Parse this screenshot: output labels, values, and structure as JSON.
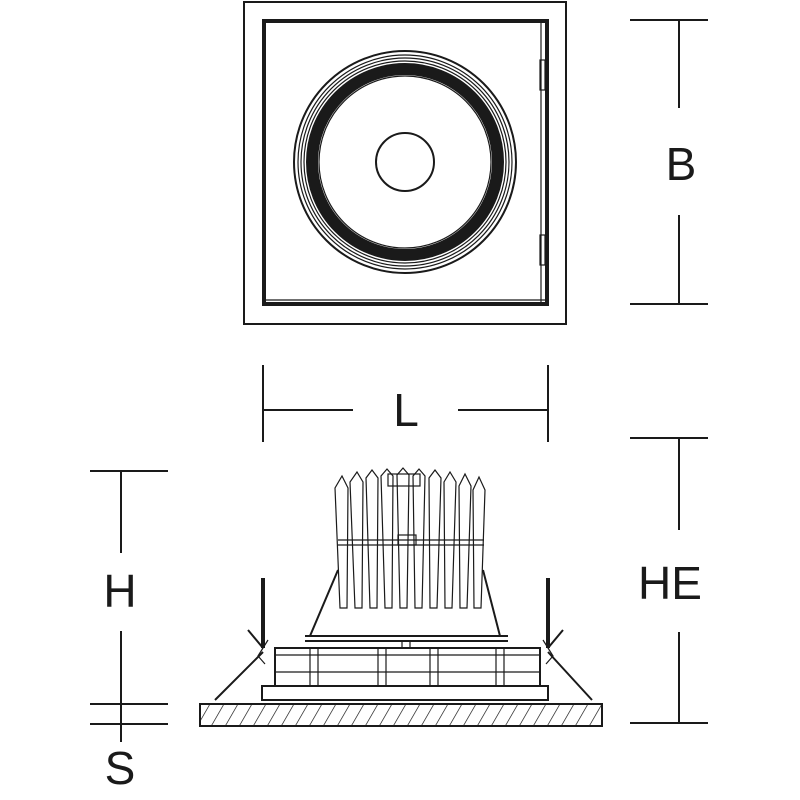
{
  "dimensions": {
    "width_label": "B",
    "length_label": "L",
    "height_label": "H",
    "embed_height_label": "HE",
    "ceiling_thickness_label": "S"
  }
}
